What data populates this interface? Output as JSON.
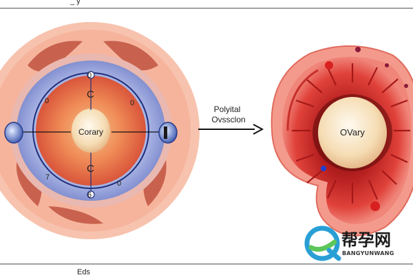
{
  "header": {
    "partial_text": "_ y"
  },
  "footer": {
    "partial_text": "Eds"
  },
  "left_figure": {
    "center_label": "Corary",
    "markers_top": [
      "0",
      "C"
    ],
    "markers_bottom": [
      "C",
      "6"
    ],
    "markers_left": [
      "0",
      "7"
    ],
    "markers_right": [
      "0",
      "0"
    ]
  },
  "arrow_label": {
    "line1": "Polyital",
    "line2": "Ovssclon"
  },
  "right_figure": {
    "center_label": "OVary"
  },
  "watermark": {
    "cn": "帮孕网",
    "en": "BANGYUNWANG"
  },
  "colors": {
    "skin": "#f7b9a3",
    "tissue_red": "#d93a35",
    "blue_ring": "#8fa0d8",
    "navy": "#1f2f7a",
    "core": "#f6dfb8",
    "watermark_blue": "#2a9fd6",
    "watermark_green": "#5cc65a"
  }
}
